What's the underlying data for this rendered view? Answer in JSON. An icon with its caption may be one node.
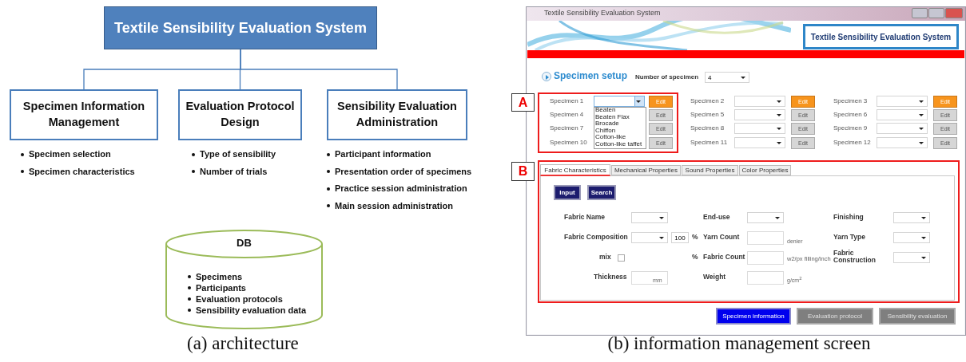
{
  "diagram": {
    "nodes": [
      {
        "text": [
          "Textile Sensibility Evaluation System"
        ]
      },
      {
        "text": [
          "Specimen Information Management"
        ],
        "beside": [
          "Specimen selection",
          "Specimen characteristics"
        ]
      },
      {
        "text": [
          "Evaluation Protocol Design"
        ],
        "beside": [
          "Type of sensibility",
          "Number of trials"
        ]
      },
      {
        "text": [
          "Sensibility Evaluation Administration"
        ],
        "beside": [
          "Participant information",
          "Presentation order of specimens",
          "Practice session administration",
          "Main session administration"
        ]
      },
      {
        "text": [
          "DB",
          "Specimens",
          "Participants",
          "Evaluation protocols",
          "Sensibility evaluation data"
        ]
      },
      {
        "text": [
          "A"
        ]
      },
      {
        "text": [
          "B"
        ]
      }
    ],
    "edges": [
      {
        "from": 0,
        "to": 1,
        "arrow": "none"
      },
      {
        "from": 0,
        "to": 2,
        "arrow": "none"
      },
      {
        "from": 0,
        "to": 3,
        "arrow": "none"
      }
    ],
    "labels": [
      "Textile Sensibility Evaluation System",
      "Textile Sensibility Evaluation System",
      "Specimen setup",
      "Number of specimen",
      "4",
      "Specimen 1",
      "Beaten",
      "Beaten Flax",
      "Brocade",
      "Chiffon",
      "Cotton-like",
      "Cotton-like taffet",
      "Edit",
      "Specimen 2",
      "Edit",
      "Specimen 3",
      "Edit",
      "Specimen 4",
      "Edit",
      "Specimen 5",
      "Edit",
      "Specimen 6",
      "Edit",
      "Specimen 7",
      "Edit",
      "Specimen 8",
      "Edit",
      "Specimen 9",
      "Edit",
      "Specimen 10",
      "Edit",
      "Specimen 11",
      "Edit",
      "Specimen 12",
      "Edit",
      "Fabric Characteristics",
      "Mechanical Properties",
      "Sound Properties",
      "Color Properties",
      "Input",
      "Search",
      "Fabric Name",
      "End-use",
      "Finishing",
      "Fabric Composition",
      "100",
      "%",
      "Yarn Count",
      "denier",
      "Yarn Type",
      "mix",
      "%",
      "Fabric Count",
      "w2/px filling/inch",
      "Fabric Construction",
      "Thickness",
      "mm",
      "Weight",
      "g/cm$^{2}$",
      "Specimen information",
      "Evaluation protocol",
      "Sensibility evaluation",
      "(a) architecture",
      "(b) information management screen"
    ]
  }
}
